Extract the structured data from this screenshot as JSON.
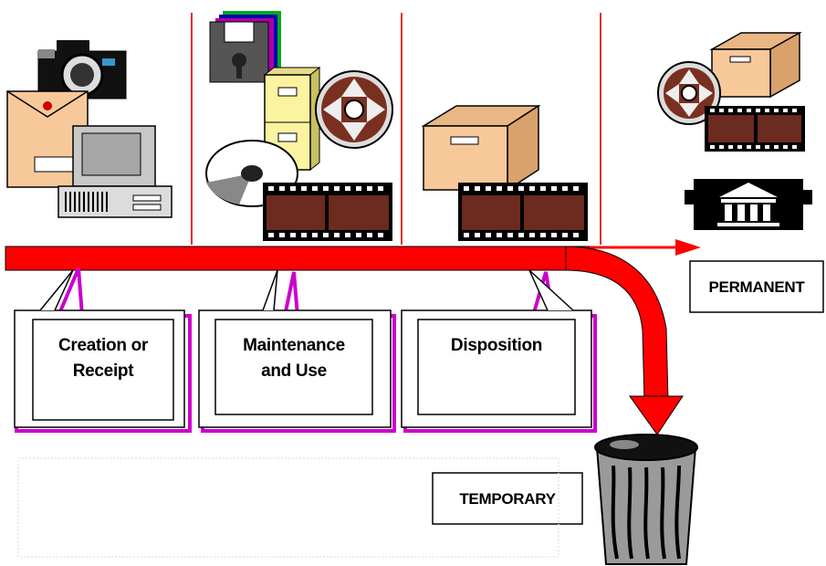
{
  "colors": {
    "arrow_red": "#ff0000",
    "divider_red": "#e03030",
    "shadow_magenta": "#cc00cc",
    "box_tan": "#f7c99a",
    "film_brown": "#6b2b1f",
    "cabinet_yellow": "#fbf3a0"
  },
  "stages": [
    {
      "label_line1": "Creation or",
      "label_line2": "Receipt"
    },
    {
      "label_line1": "Maintenance",
      "label_line2": "and Use"
    },
    {
      "label_line1": "Disposition",
      "label_line2": ""
    }
  ],
  "outcomes": {
    "permanent": "PERMANENT",
    "temporary": "TEMPORARY"
  },
  "icons": [
    "camera-icon",
    "envelope-icon",
    "computer-icon",
    "floppy-disk-icon",
    "file-cabinet-icon",
    "film-reel-icon",
    "cd-icon",
    "film-strip-icon",
    "records-box-icon",
    "archives-building-icon",
    "trash-can-icon"
  ]
}
